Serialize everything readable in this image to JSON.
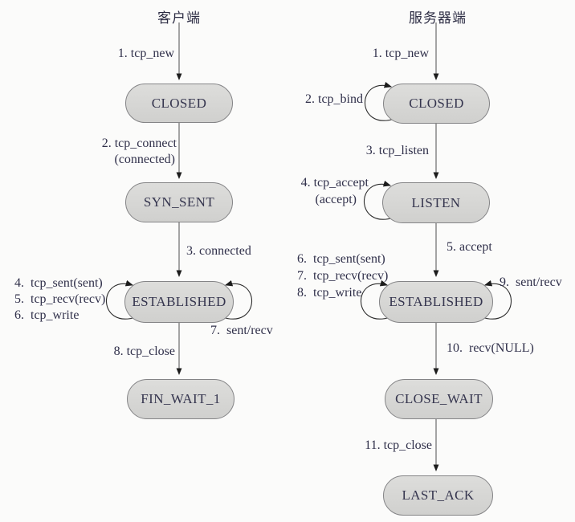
{
  "colors": {
    "background": "#fbfbfa",
    "pill_fill": "#d6d6d4",
    "pill_border": "#848486",
    "text": "#32324a",
    "line": "#4d4d4d",
    "arrowhead": "#1c1c1c"
  },
  "client": {
    "title": "客户端",
    "states": [
      {
        "id": "closed",
        "label": "CLOSED"
      },
      {
        "id": "syn_sent",
        "label": "SYN_SENT"
      },
      {
        "id": "established",
        "label": "ESTABLISHED"
      },
      {
        "id": "fin_wait_1",
        "label": "FIN_WAIT_1"
      }
    ],
    "transitions": {
      "tcp_new": "1. tcp_new",
      "tcp_connect_line1": "2. tcp_connect",
      "tcp_connect_line2": "(connected)",
      "connected": "3. connected",
      "loop_left_line1": "4.  tcp_sent(sent)",
      "loop_left_line2": "5.  tcp_recv(recv)",
      "loop_left_line3": "6.  tcp_write",
      "loop_right": "7.  sent/recv",
      "tcp_close": "8. tcp_close"
    }
  },
  "server": {
    "title": "服务器端",
    "states": [
      {
        "id": "closed",
        "label": "CLOSED"
      },
      {
        "id": "listen",
        "label": "LISTEN"
      },
      {
        "id": "established",
        "label": "ESTABLISHED"
      },
      {
        "id": "close_wait",
        "label": "CLOSE_WAIT"
      },
      {
        "id": "last_ack",
        "label": "LAST_ACK"
      }
    ],
    "transitions": {
      "tcp_new": "1. tcp_new",
      "tcp_bind": "2. tcp_bind",
      "tcp_listen": "3. tcp_listen",
      "tcp_accept_line1": "4. tcp_accept",
      "tcp_accept_line2": "(accept)",
      "accept": "5. accept",
      "loop_left_line1": "6.  tcp_sent(sent)",
      "loop_left_line2": "7.  tcp_recv(recv)",
      "loop_left_line3": "8.  tcp_write",
      "loop_right": "9.  sent/recv",
      "recv_null": "10.  recv(NULL)",
      "tcp_close": "11. tcp_close"
    }
  }
}
